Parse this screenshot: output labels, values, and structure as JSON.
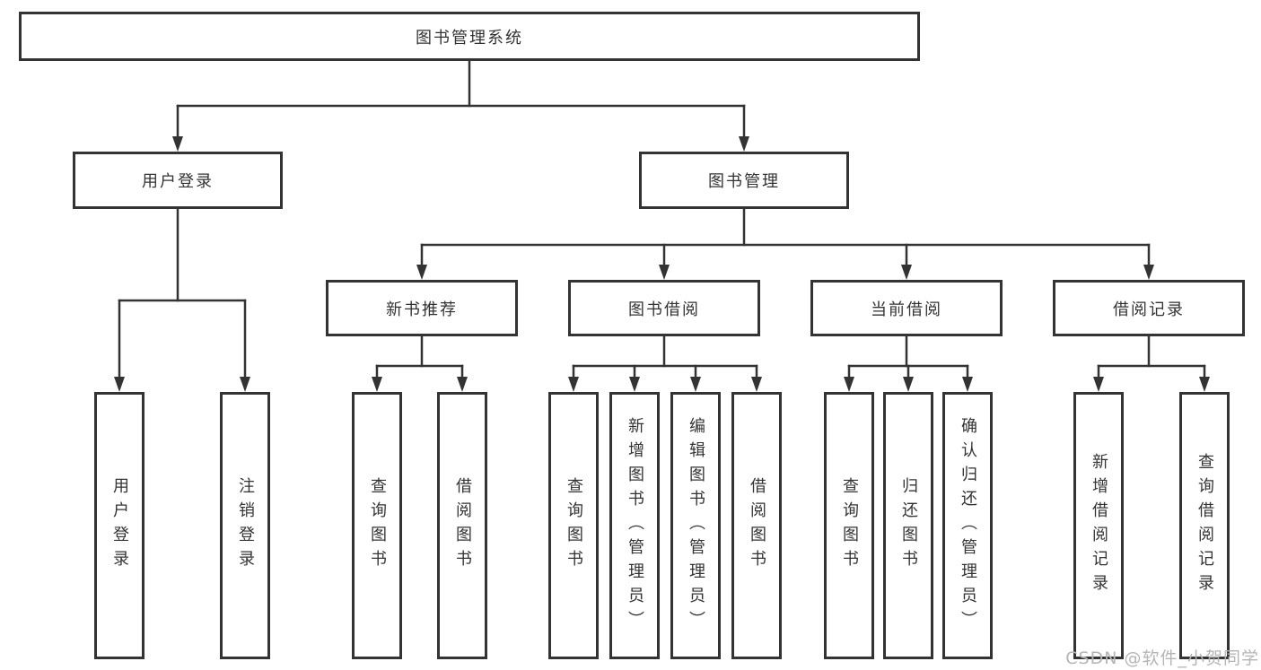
{
  "diagram": {
    "root": {
      "label": "图书管理系统"
    },
    "level2": [
      {
        "label": "用户登录"
      },
      {
        "label": "图书管理"
      }
    ],
    "level3": [
      {
        "label": "新书推荐"
      },
      {
        "label": "图书借阅"
      },
      {
        "label": "当前借阅"
      },
      {
        "label": "借阅记录"
      }
    ],
    "leaves": {
      "user_login": [
        {
          "label": "用户登录"
        },
        {
          "label": "注销登录"
        }
      ],
      "new_book": [
        {
          "label": "查询图书"
        },
        {
          "label": "借阅图书"
        }
      ],
      "book_borrow": [
        {
          "label": "查询图书"
        },
        {
          "label": "新增图书（管理员）"
        },
        {
          "label": "编辑图书（管理员）"
        },
        {
          "label": "借阅图书"
        }
      ],
      "current_borrow": [
        {
          "label": "查询图书"
        },
        {
          "label": "归还图书"
        },
        {
          "label": "确认归还（管理员）"
        }
      ],
      "borrow_record": [
        {
          "label": "新增借阅记录"
        },
        {
          "label": "查询借阅记录"
        }
      ]
    },
    "watermark": "CSDN @软件_小贺同学",
    "colors": {
      "line": "#333333",
      "box_border": "#333333",
      "box_bg": "#ffffff",
      "text": "#333333",
      "watermark": "#b5b5b5"
    }
  }
}
